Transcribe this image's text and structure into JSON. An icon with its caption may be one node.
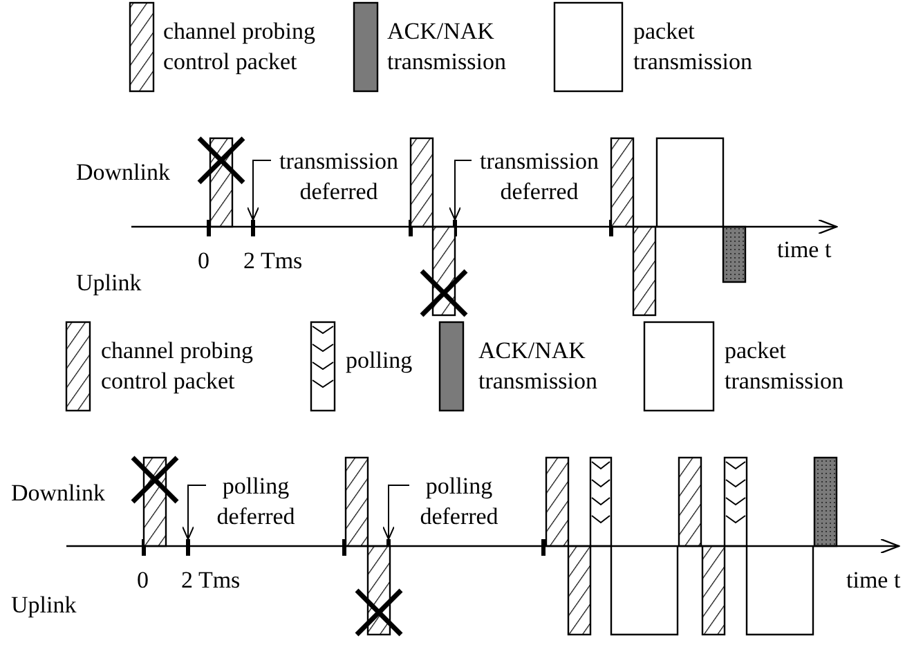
{
  "diagram": {
    "nodes": [
      {
        "text": [
          "transmission deferred"
        ]
      },
      {
        "text": [
          "transmission deferred"
        ]
      },
      {
        "text": [
          "polling deferred"
        ]
      },
      {
        "text": [
          "polling deferred"
        ]
      }
    ],
    "edges": [
      {
        "from": 0,
        "to": null,
        "arrow": "to"
      },
      {
        "from": 1,
        "to": null,
        "arrow": "to"
      },
      {
        "from": 2,
        "to": null,
        "arrow": "to"
      },
      {
        "from": 3,
        "to": null,
        "arrow": "to"
      }
    ],
    "labels": [
      "Downlink",
      "0",
      "2 Tms",
      "time t",
      "Uplink",
      "Downlink",
      "0",
      "2 Tms",
      "time t",
      "Uplink"
    ],
    "legend": [
      {
        "text": "channel probing control packet"
      },
      {
        "text": "ACK/NAK transmission",
        "color": "#7a7a7a"
      },
      {
        "text": "packet transmission",
        "color": "#ffffff"
      },
      {
        "text": "channel probing control packet"
      },
      {
        "text": "polling"
      },
      {
        "text": "ACK/NAK transmission",
        "color": "#7a7a7a"
      },
      {
        "text": "packet transmission",
        "color": "#ffffff"
      }
    ]
  }
}
